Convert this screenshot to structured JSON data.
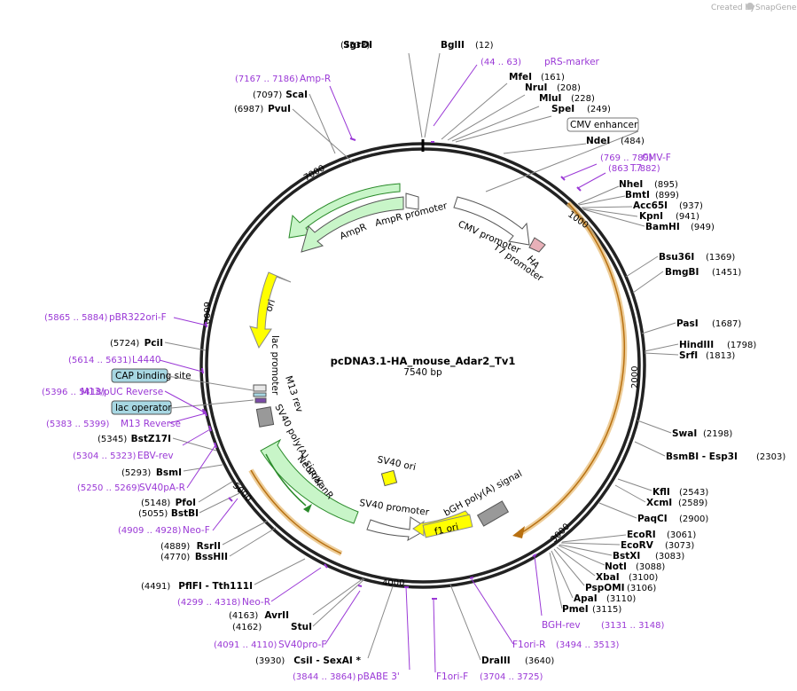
{
  "credit": {
    "prefix": "Created by",
    "brand": "SnapGene"
  },
  "plasmid": {
    "name": "pcDNA3.1-HA_mouse_Adar2_Tv1",
    "length": "7540 bp"
  },
  "ticks": [
    "1000",
    "2000",
    "3000",
    "4000",
    "5000",
    "6000",
    "7000"
  ],
  "sites": [
    {
      "name": "SgrDI",
      "pos": "(7538)"
    },
    {
      "name": "BglII",
      "pos": "(12)"
    },
    {
      "name": "MfeI",
      "pos": "(161)"
    },
    {
      "name": "NruI",
      "pos": "(208)"
    },
    {
      "name": "MluI",
      "pos": "(228)"
    },
    {
      "name": "SpeI",
      "pos": "(249)"
    },
    {
      "name": "NdeI",
      "pos": "(484)"
    },
    {
      "name": "NheI",
      "pos": "(895)"
    },
    {
      "name": "BmtI",
      "pos": "(899)"
    },
    {
      "name": "Acc65I",
      "pos": "(937)"
    },
    {
      "name": "KpnI",
      "pos": "(941)"
    },
    {
      "name": "BamHI",
      "pos": "(949)"
    },
    {
      "name": "Bsu36I",
      "pos": "(1369)"
    },
    {
      "name": "BmgBI",
      "pos": "(1451)"
    },
    {
      "name": "PasI",
      "pos": "(1687)"
    },
    {
      "name": "HindIII",
      "pos": "(1798)"
    },
    {
      "name": "SrfI",
      "pos": "(1813)"
    },
    {
      "name": "SwaI",
      "pos": "(2198)"
    },
    {
      "name": "BsmBI  - Esp3I",
      "pos": "(2303)"
    },
    {
      "name": "KflI",
      "pos": "(2543)"
    },
    {
      "name": "XcmI",
      "pos": "(2589)"
    },
    {
      "name": "PaqCI",
      "pos": "(2900)"
    },
    {
      "name": "EcoRI",
      "pos": "(3061)"
    },
    {
      "name": "EcoRV",
      "pos": "(3073)"
    },
    {
      "name": "BstXI",
      "pos": "(3083)"
    },
    {
      "name": "NotI",
      "pos": "(3088)"
    },
    {
      "name": "XbaI",
      "pos": "(3100)"
    },
    {
      "name": "PspOMI",
      "pos": "(3106)"
    },
    {
      "name": "ApaI",
      "pos": "(3110)"
    },
    {
      "name": "PmeI",
      "pos": "(3115)"
    },
    {
      "name": "DraIII",
      "pos": "(3640)"
    },
    {
      "name": "CsiI  - SexAI *",
      "pos": "(3930)"
    },
    {
      "name": "StuI",
      "pos": "(4162)"
    },
    {
      "name": "AvrII",
      "pos": "(4163)"
    },
    {
      "name": "PflFI  - Tth111I",
      "pos": "(4491)"
    },
    {
      "name": "BssHII",
      "pos": "(4770)"
    },
    {
      "name": "RsrII",
      "pos": "(4889)"
    },
    {
      "name": "BstBI",
      "pos": "(5055)"
    },
    {
      "name": "PfoI",
      "pos": "(5148)"
    },
    {
      "name": "BsmI",
      "pos": "(5293)"
    },
    {
      "name": "BstZ17I",
      "pos": "(5345)"
    },
    {
      "name": "PciI",
      "pos": "(5724)"
    },
    {
      "name": "PvuI",
      "pos": "(6987)"
    },
    {
      "name": "ScaI",
      "pos": "(7097)"
    }
  ],
  "primers": [
    {
      "name": "Amp-R",
      "pos": "(7167 .. 7186)"
    },
    {
      "name": "pRS-marker",
      "pos": "(44 .. 63)"
    },
    {
      "name": "CMV-F",
      "pos": "(769 .. 789)"
    },
    {
      "name": "T7",
      "pos": "(863 .. 882)"
    },
    {
      "name": "pBR322ori-F",
      "pos": "(5865 .. 5884)"
    },
    {
      "name": "L4440",
      "pos": "(5614 .. 5631)"
    },
    {
      "name": "M13/pUC Reverse",
      "pos": "(5396 .. 5418)"
    },
    {
      "name": "M13 Reverse",
      "pos": "(5383 .. 5399)"
    },
    {
      "name": "EBV-rev",
      "pos": "(5304 .. 5323)"
    },
    {
      "name": "SV40pA-R",
      "pos": "(5250 .. 5269)"
    },
    {
      "name": "Neo-F",
      "pos": "(4909 .. 4928)"
    },
    {
      "name": "Neo-R",
      "pos": "(4299 .. 4318)"
    },
    {
      "name": "SV40pro-F",
      "pos": "(4091 .. 4110)"
    },
    {
      "name": "pBABE 3'",
      "pos": "(3844 .. 3864)"
    },
    {
      "name": "F1ori-F",
      "pos": "(3704 .. 3725)"
    },
    {
      "name": "F1ori-R",
      "pos": "(3494 .. 3513)"
    },
    {
      "name": "BGH-rev",
      "pos": "(3131 .. 3148)"
    }
  ],
  "boxed_features": {
    "cmv_enhancer": "CMV enhancer",
    "cap_binding_site": "CAP binding site",
    "lac_operator": "lac operator"
  },
  "features": {
    "ampr": "AmpR",
    "ampr_promoter": "AmpR promoter",
    "cmv_promoter": "CMV promoter",
    "t7_promoter": "T7 promoter",
    "ha": "HA",
    "ori": "ori",
    "lac_promoter": "lac promoter",
    "m13_rev": "M13 rev",
    "sv40_polya": "SV40 poly(A) signal",
    "neor": "NeoR/KanR",
    "sv40_ori": "SV40 ori",
    "sv40_promoter": "SV40 promoter",
    "bgh_polya": "bGH poly(A) signal",
    "f1_ori": "f1 ori"
  },
  "colors": {
    "cds": "#c8f5c8",
    "cds_stroke": "#2a8a2a",
    "ori": "#ffff00",
    "promoter": "#ffffff",
    "grey_feature": "#999999",
    "insert_arc": "#d2912c",
    "primer": "#9a38d6",
    "box_feature": "#a7d7e2"
  }
}
